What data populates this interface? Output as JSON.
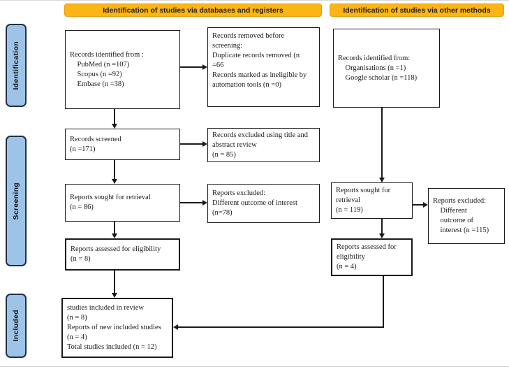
{
  "banners": {
    "databases": "Identification of studies via databases and registers",
    "other": "Identification of studies via other methods"
  },
  "stages": [
    {
      "label": "Identification"
    },
    {
      "label": "Screening"
    },
    {
      "label": "Included"
    }
  ],
  "boxes": {
    "records_identified_db": {
      "lines": [
        "Records identified from :",
        "    PubMed (n =107)",
        "    Scopus (n =92)",
        "    Embase (n =38)"
      ]
    },
    "records_removed": {
      "lines": [
        "Records removed before",
        "screening:",
        "Duplicate records removed (n",
        "=66",
        "Records marked as ineligible by",
        "automation tools (n =0)"
      ]
    },
    "records_identified_other": {
      "lines": [
        "Records identified from:",
        "    Organisations (n =1)",
        "    Google scholar (n =118)"
      ]
    },
    "records_screened": {
      "lines": [
        "Records screened",
        "(n =171)"
      ]
    },
    "records_excluded_title_abstract": {
      "lines": [
        "Records excluded using title and",
        "abstract review",
        "(n = 85)"
      ]
    },
    "reports_sought_db": {
      "lines": [
        "Reports sought for retrieval",
        "(n = 86)"
      ]
    },
    "reports_excluded_db": {
      "lines": [
        "Reports excluded:",
        "Different outcome of interest",
        "(n=78)"
      ]
    },
    "reports_sought_other": {
      "lines": [
        "Reports sought for",
        "retrieval",
        "(n = 119)"
      ]
    },
    "reports_excluded_other": {
      "lines": [
        "Reports excluded:",
        "    Different",
        "    outcome of",
        "    interest (n =115)"
      ]
    },
    "reports_assessed_db": {
      "lines": [
        "Reports assessed for eligibility",
        "(n = 8)"
      ]
    },
    "reports_assessed_other": {
      "lines": [
        "Reports assessed for",
        "eligibility",
        "(n = 4)"
      ]
    },
    "studies_included": {
      "lines": [
        "studies included in review",
        "(n = 8)",
        "Reports of new included studies",
        "(n = 4)",
        "Total studies included (n = 12)"
      ]
    }
  },
  "colors": {
    "banner_bg": "#FBB515",
    "banner_border": "#E89C0E",
    "stage_bg": "#9DC3E6",
    "stage_border": "#1F3044",
    "box_border": "#1a1a1a",
    "line": "#1a1a1a",
    "text": "#1a1a1a"
  }
}
